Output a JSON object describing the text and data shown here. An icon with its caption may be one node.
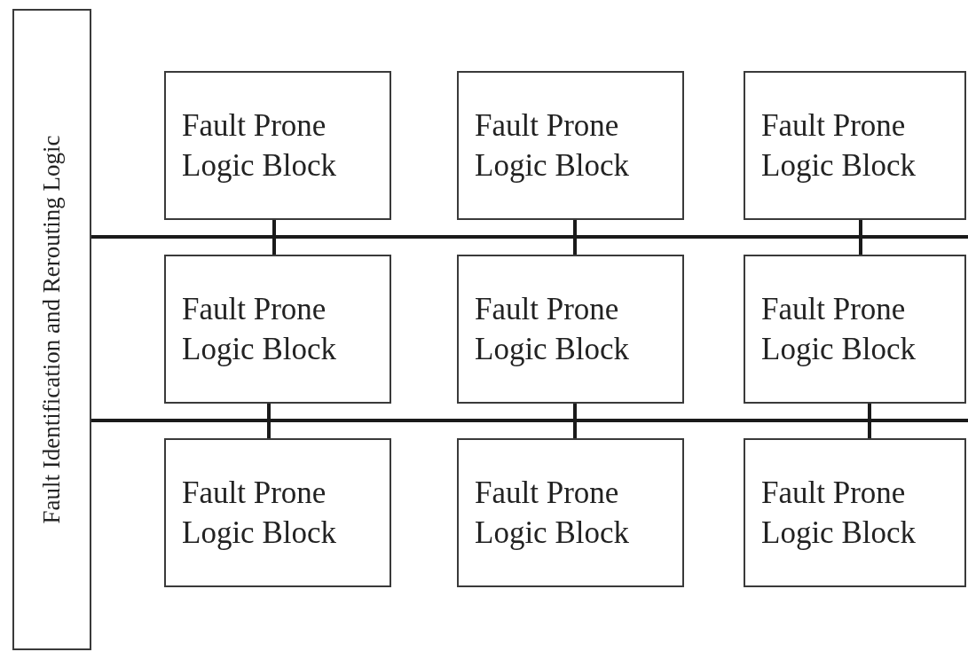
{
  "diagram": {
    "nodes": [
      {
        "text": [
          "Fault Identification and Rerouting Logic"
        ]
      },
      {
        "text": [
          "Fault Prone Logic Block"
        ]
      },
      {
        "text": [
          "Fault Prone Logic Block"
        ]
      },
      {
        "text": [
          "Fault Prone Logic Block"
        ]
      },
      {
        "text": [
          "Fault Prone Logic Block"
        ]
      },
      {
        "text": [
          "Fault Prone Logic Block"
        ]
      },
      {
        "text": [
          "Fault Prone Logic Block"
        ]
      },
      {
        "text": [
          "Fault Prone Logic Block"
        ]
      },
      {
        "text": [
          "Fault Prone Logic Block"
        ]
      },
      {
        "text": [
          "Fault Prone Logic Block"
        ]
      }
    ],
    "edges": [
      {
        "from": 0,
        "to": 1,
        "arrow": "none"
      },
      {
        "from": 0,
        "to": 2,
        "arrow": "none"
      },
      {
        "from": 0,
        "to": 3,
        "arrow": "none"
      },
      {
        "from": 0,
        "to": 4,
        "arrow": "none"
      },
      {
        "from": 0,
        "to": 5,
        "arrow": "none"
      },
      {
        "from": 0,
        "to": 6,
        "arrow": "none"
      },
      {
        "from": 0,
        "to": 4,
        "arrow": "none"
      },
      {
        "from": 0,
        "to": 5,
        "arrow": "none"
      },
      {
        "from": 0,
        "to": 6,
        "arrow": "none"
      },
      {
        "from": 0,
        "to": 7,
        "arrow": "none"
      },
      {
        "from": 0,
        "to": 8,
        "arrow": "none"
      },
      {
        "from": 0,
        "to": 9,
        "arrow": "none"
      }
    ]
  }
}
